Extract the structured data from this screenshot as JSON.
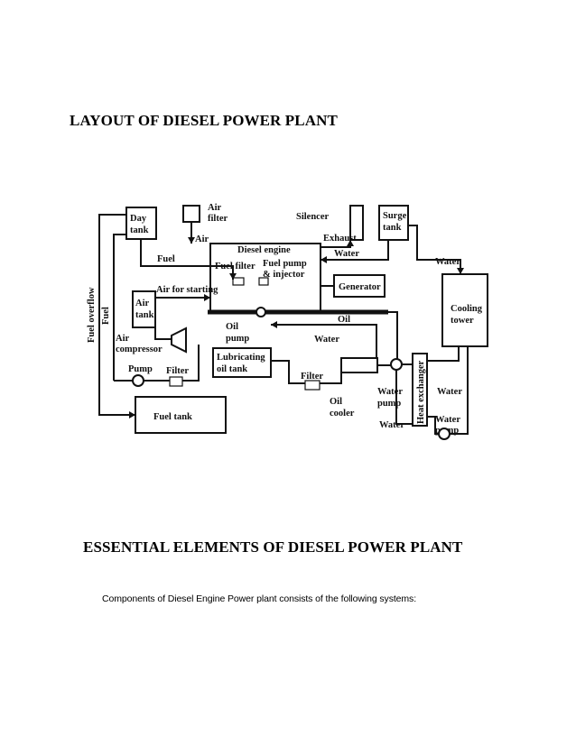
{
  "headings": {
    "layout_title": "LAYOUT OF DIESEL POWER PLANT",
    "elements_title": "ESSENTIAL ELEMENTS OF DIESEL POWER PLANT"
  },
  "intro_text": "Components of Diesel Engine Power plant consists of the following systems:",
  "diagram": {
    "day_tank": [
      "Day",
      "tank"
    ],
    "air_filter": [
      "Air",
      "filter"
    ],
    "silencer": "Silencer",
    "surge_tank": [
      "Surge",
      "tank"
    ],
    "air_label": "Air",
    "exhaust": "Exhaust",
    "diesel_engine": "Diesel engine",
    "water_top": "Water",
    "fuel": "Fuel",
    "fuel_filter": "Fuel filter",
    "fuel_pump": [
      "Fuel pump",
      "& injector"
    ],
    "water_right": "Water",
    "generator": "Generator",
    "air_for_starting": "Air for starting",
    "cooling_tower": [
      "Cooling",
      "tower"
    ],
    "air_tank": [
      "Air",
      "tank"
    ],
    "oil_pump": [
      "Oil",
      "pump"
    ],
    "oil": "Oil",
    "fuel_overflow": "Fuel overflow",
    "fuel_vertical": "Fuel",
    "air_compressor": [
      "Air",
      "compressor"
    ],
    "water_mid": "Water",
    "lubricating_oil_tank": [
      "Lubricating",
      "oil tank"
    ],
    "pump": "Pump",
    "filter_left": "Filter",
    "filter_mid": "Filter",
    "oil_cooler": [
      "Oil",
      "cooler"
    ],
    "water_pump_left": [
      "Water",
      "pump"
    ],
    "heat_exchanger": "Heat exchanger",
    "water_pump_right": [
      "Water",
      "pump"
    ],
    "water_right_lower": "Water",
    "fuel_tank": "Fuel tank",
    "water_bottom": "Water"
  }
}
